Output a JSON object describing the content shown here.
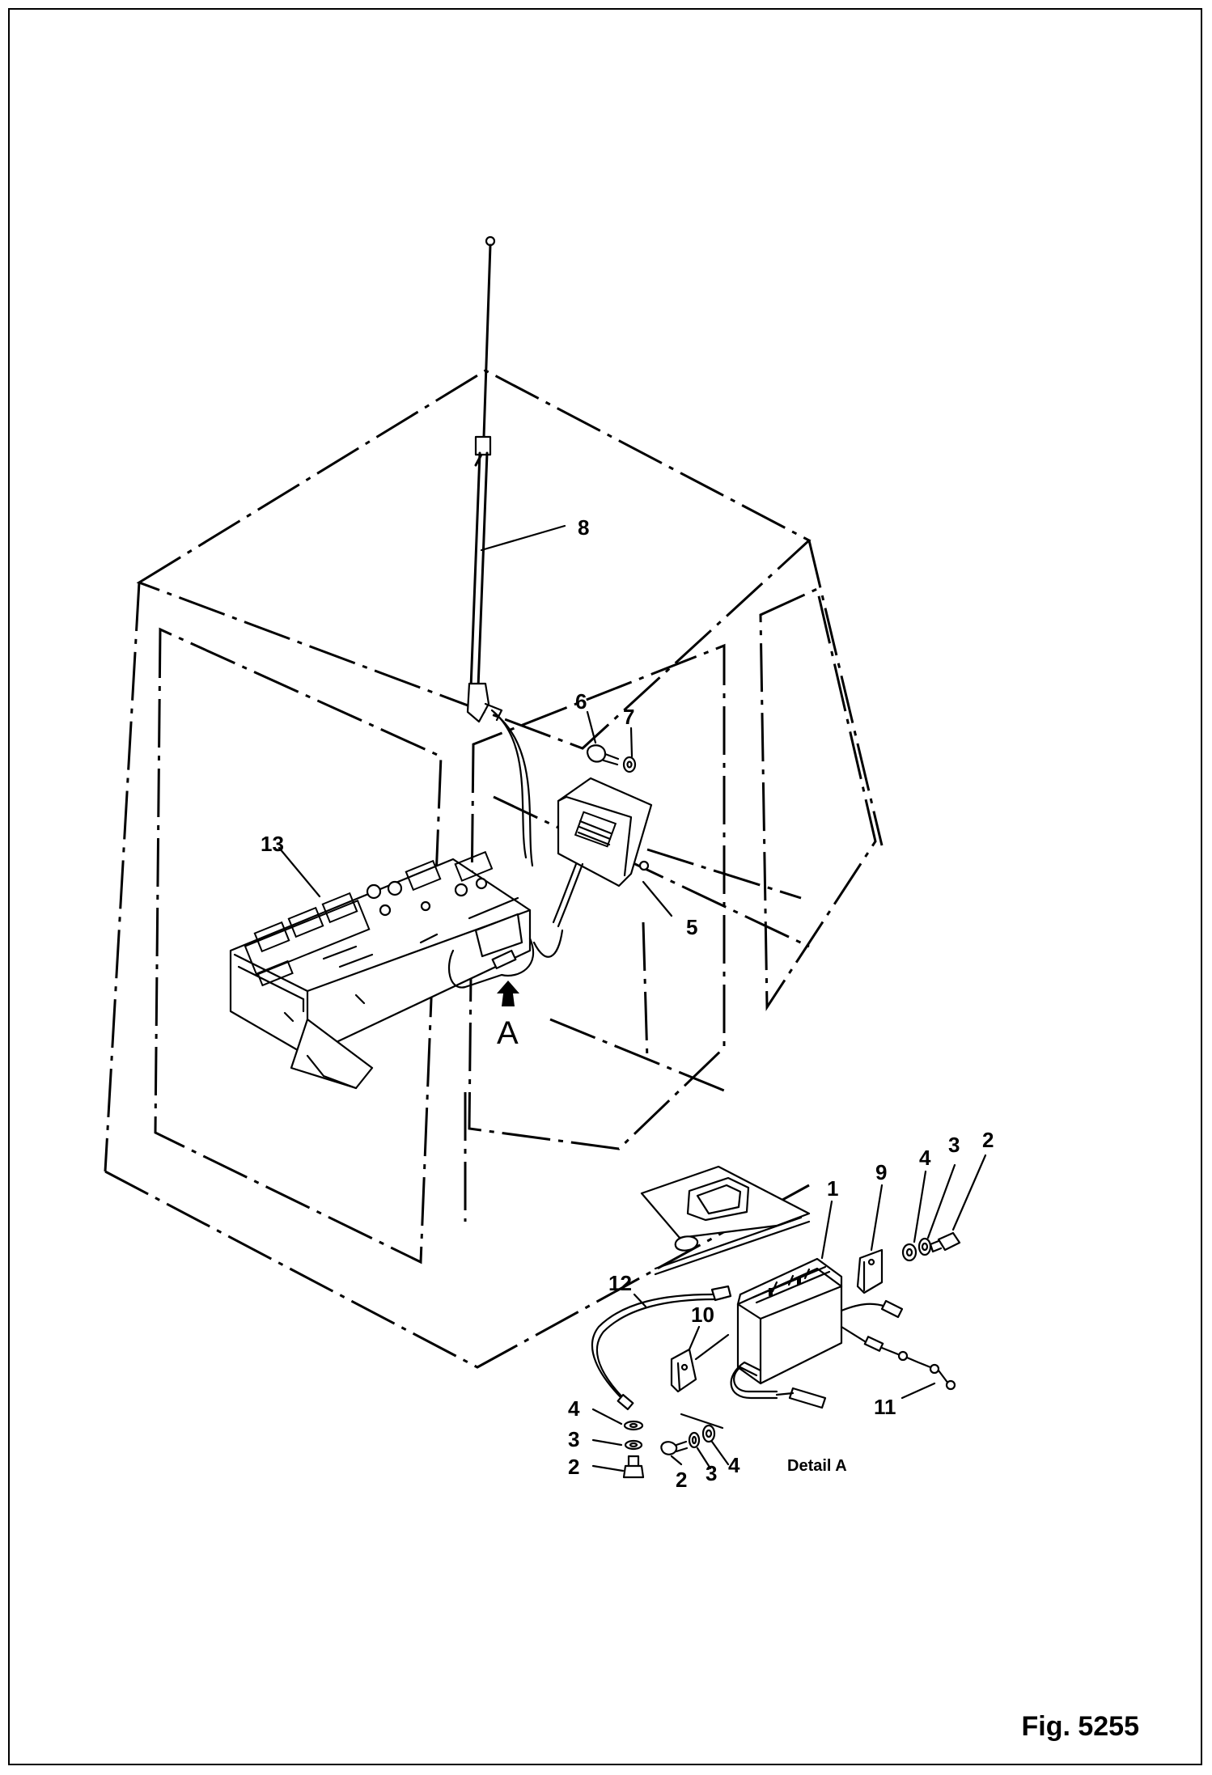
{
  "figure": {
    "label": "Fig. 5255",
    "view_letter": "A",
    "detail_label": "Detail A"
  },
  "callouts": {
    "c1": "1",
    "c2a": "2",
    "c2b": "2",
    "c2c": "2",
    "c3a": "3",
    "c3b": "3",
    "c3c": "3",
    "c4a": "4",
    "c4b": "4",
    "c4c": "4",
    "c5": "5",
    "c6": "6",
    "c7": "7",
    "c8": "8",
    "c9": "9",
    "c10": "10",
    "c11": "11",
    "c12": "12",
    "c13": "13"
  }
}
